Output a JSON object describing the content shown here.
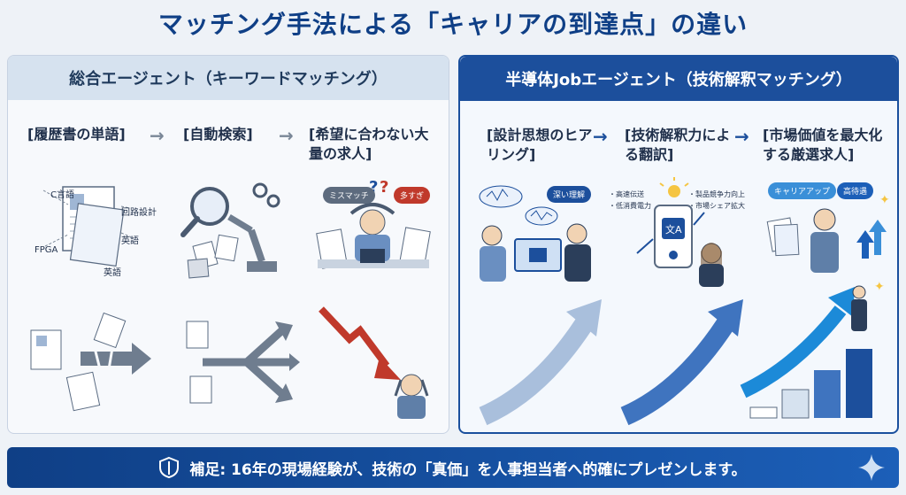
{
  "title": "マッチング手法による「キャリアの到達点」の違い",
  "left": {
    "heading": "総合エージェント（キーワードマッチング）",
    "steps": [
      {
        "text": "[履歴書の単語]"
      },
      {
        "text": "[自動検索]"
      },
      {
        "text": "[希望に合わない大量の求人]"
      }
    ],
    "arrow_glyph": "→",
    "resume_labels": [
      "C言語",
      "回路設計",
      "英語",
      "FPGA",
      "英語"
    ],
    "bubbles": [
      "ミスマッチ",
      "多すぎ"
    ]
  },
  "right": {
    "heading": "半導体Jobエージェント（技術解釈マッチング）",
    "steps": [
      {
        "text": "[設計思想のヒアリング]"
      },
      {
        "text": "[技術解釈力による翻訳]"
      },
      {
        "text": "[市場価値を最大化する厳選求人]"
      }
    ],
    "arrow_glyph": "→",
    "bubble_understanding": "深い理解",
    "translate_left": [
      "・高速伝送",
      "・低消費電力"
    ],
    "translate_right": [
      "・製品競争力向上",
      "・市場シェア拡大"
    ],
    "bubbles": [
      "キャリアアップ",
      "高待遇"
    ]
  },
  "footer": {
    "text": "補足: 16年の現場経験が、技術の「真価」を人事担当者へ的確にプレゼンします。"
  },
  "colors": {
    "primary": "#0f3f86",
    "accent": "#1c4f9c",
    "muted": "#7a8797",
    "warning": "#c0392b"
  }
}
